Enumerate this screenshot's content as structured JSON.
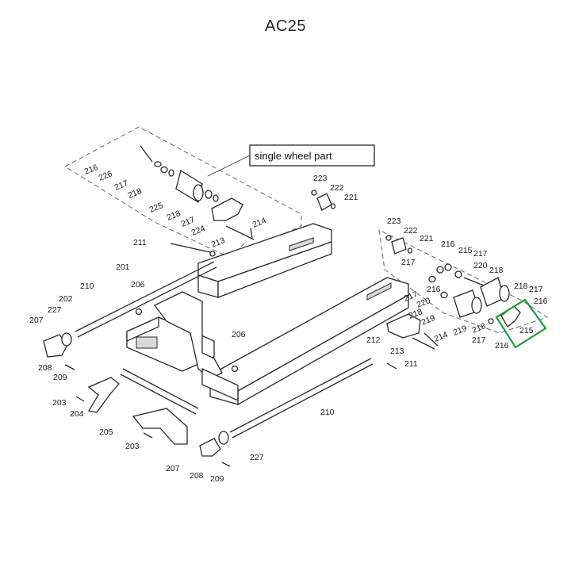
{
  "title": "AC25",
  "callout": "single wheel part",
  "labels": [
    {
      "id": "216a",
      "text": "216"
    },
    {
      "id": "226",
      "text": "226"
    },
    {
      "id": "217a",
      "text": "217"
    },
    {
      "id": "218a",
      "text": "218"
    },
    {
      "id": "225",
      "text": "225"
    },
    {
      "id": "218b",
      "text": "218"
    },
    {
      "id": "217b",
      "text": "217"
    },
    {
      "id": "224",
      "text": "224"
    },
    {
      "id": "214a",
      "text": "214"
    },
    {
      "id": "213a",
      "text": "213"
    },
    {
      "id": "211a",
      "text": "211"
    },
    {
      "id": "223a",
      "text": "223"
    },
    {
      "id": "222a",
      "text": "222"
    },
    {
      "id": "221a",
      "text": "221"
    },
    {
      "id": "223b",
      "text": "223"
    },
    {
      "id": "222b",
      "text": "222"
    },
    {
      "id": "221b",
      "text": "221"
    },
    {
      "id": "216b",
      "text": "216"
    },
    {
      "id": "215a",
      "text": "215"
    },
    {
      "id": "217c",
      "text": "217"
    },
    {
      "id": "217d",
      "text": "217"
    },
    {
      "id": "220a",
      "text": "220"
    },
    {
      "id": "218c",
      "text": "218"
    },
    {
      "id": "220b",
      "text": "220"
    },
    {
      "id": "219a",
      "text": "219"
    },
    {
      "id": "218d",
      "text": "218"
    },
    {
      "id": "217e",
      "text": "217"
    },
    {
      "id": "216c",
      "text": "216"
    },
    {
      "id": "201",
      "text": "201"
    },
    {
      "id": "210a",
      "text": "210"
    },
    {
      "id": "206a",
      "text": "206"
    },
    {
      "id": "202",
      "text": "202"
    },
    {
      "id": "227a",
      "text": "227"
    },
    {
      "id": "207a",
      "text": "207"
    },
    {
      "id": "208a",
      "text": "208"
    },
    {
      "id": "209a",
      "text": "209"
    },
    {
      "id": "206b",
      "text": "206"
    },
    {
      "id": "212",
      "text": "212"
    },
    {
      "id": "213b",
      "text": "213"
    },
    {
      "id": "211b",
      "text": "211"
    },
    {
      "id": "214b",
      "text": "214"
    },
    {
      "id": "218e",
      "text": "218"
    },
    {
      "id": "219b",
      "text": "219"
    },
    {
      "id": "217f",
      "text": "217"
    },
    {
      "id": "218f",
      "text": "218"
    },
    {
      "id": "217g",
      "text": "217"
    },
    {
      "id": "216d",
      "text": "216"
    },
    {
      "id": "215b",
      "text": "215"
    },
    {
      "id": "216e",
      "text": "216"
    },
    {
      "id": "203a",
      "text": "203"
    },
    {
      "id": "204",
      "text": "204"
    },
    {
      "id": "205",
      "text": "205"
    },
    {
      "id": "203b",
      "text": "203"
    },
    {
      "id": "210b",
      "text": "210"
    },
    {
      "id": "227b",
      "text": "227"
    },
    {
      "id": "207b",
      "text": "207"
    },
    {
      "id": "208b",
      "text": "208"
    },
    {
      "id": "209b",
      "text": "209"
    }
  ],
  "colors": {
    "highlight": "#1f9a3a",
    "line": "#2a2a2a",
    "background": "#ffffff"
  }
}
